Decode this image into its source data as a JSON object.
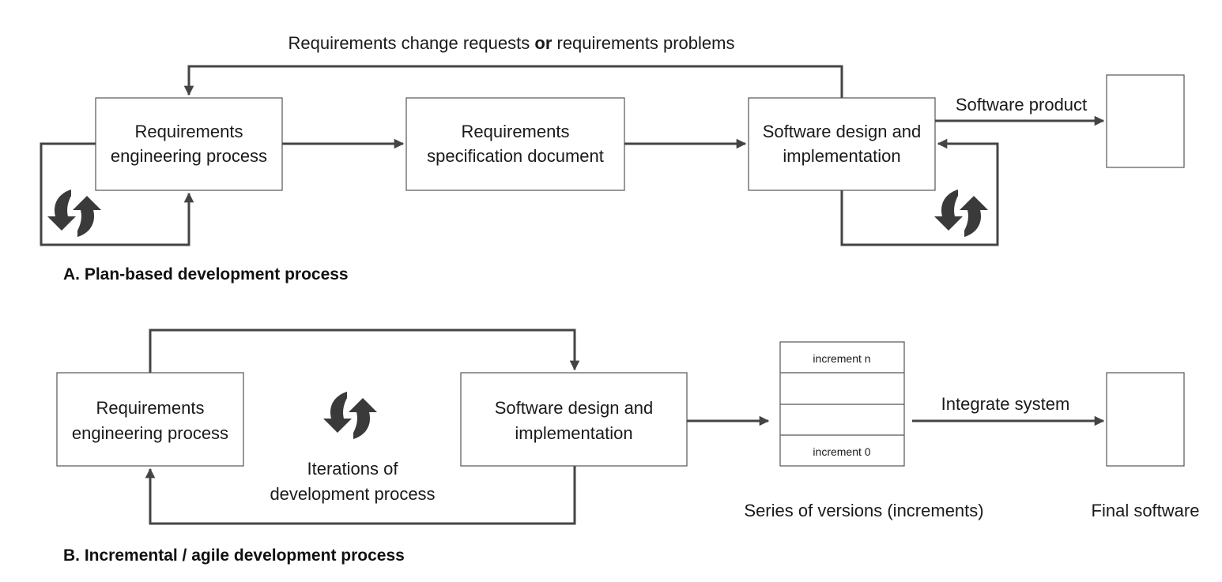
{
  "section_a": {
    "caption": "A. Plan-based development process",
    "feedback_label": {
      "prefix": "Requirements change requests ",
      "emphasis": "or",
      "suffix": " requirements problems"
    },
    "boxes": {
      "requirements_engineering": {
        "line1": "Requirements",
        "line2": "engineering process"
      },
      "requirements_spec": {
        "line1": "Requirements",
        "line2": "specification document"
      },
      "design_impl": {
        "line1": "Software design and",
        "line2": "implementation"
      }
    },
    "output_label": "Software product"
  },
  "section_b": {
    "caption": "B. Incremental / agile development process",
    "boxes": {
      "requirements_engineering": {
        "line1": "Requirements",
        "line2": "engineering process"
      },
      "design_impl": {
        "line1": "Software design and",
        "line2": "implementation"
      }
    },
    "iterations_label": {
      "line1": "Iterations of",
      "line2": "development process"
    },
    "increments": {
      "top": "increment n",
      "bottom": "increment 0"
    },
    "integrate_label": "Integrate system",
    "series_label": "Series of versions (increments)",
    "final_label": "Final software"
  },
  "colors": {
    "stroke": "#444444",
    "box_border": "#555555",
    "icon": "#3a3a3a"
  },
  "icons": [
    "cycle-arrows-icon"
  ]
}
